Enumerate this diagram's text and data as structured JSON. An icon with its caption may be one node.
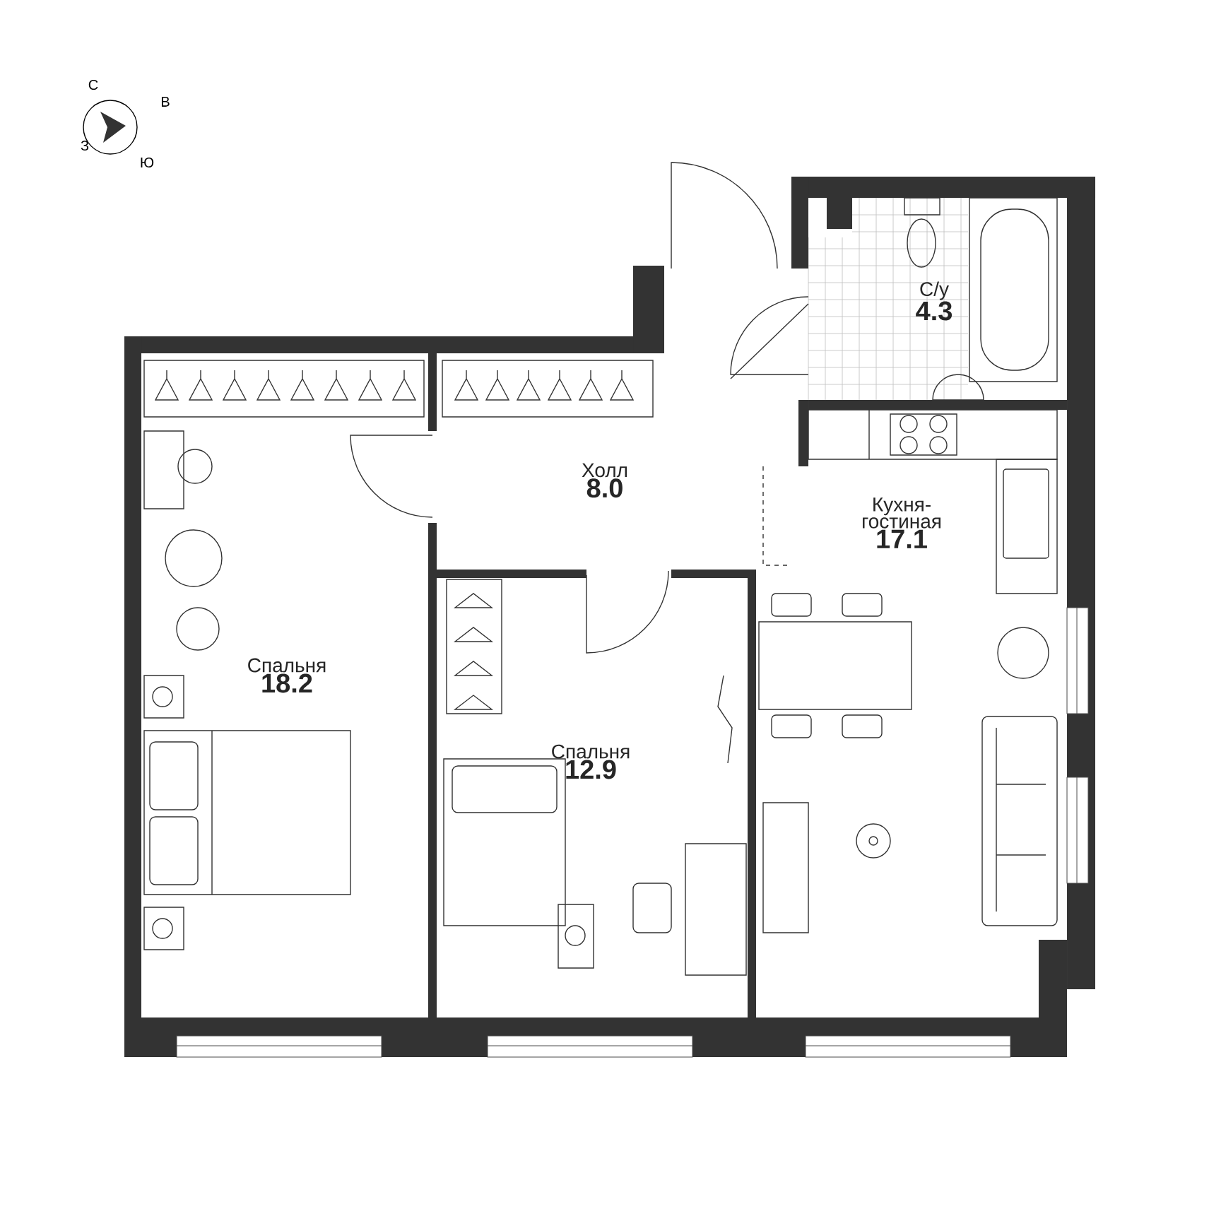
{
  "diagram": {
    "nodes": [
      {
        "text": [
          "С/у",
          "4.3"
        ]
      },
      {
        "text": [
          "Холл",
          "8.0"
        ]
      },
      {
        "text": [
          "Кухня-гостиная",
          "17.1"
        ]
      },
      {
        "text": [
          "Спальня",
          "18.2"
        ]
      },
      {
        "text": [
          "Спальня",
          "12.9"
        ]
      }
    ],
    "labels": [
      "С",
      "В",
      "З",
      "Ю"
    ]
  }
}
